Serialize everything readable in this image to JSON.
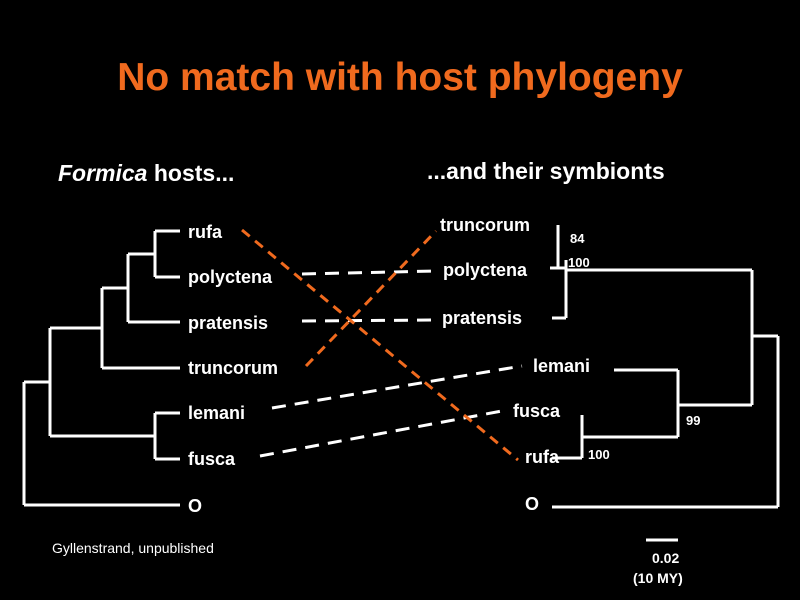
{
  "title": "No match with host phylogeny",
  "hosts_heading": {
    "italic": "Formica",
    "rest": " hosts..."
  },
  "symbionts_heading": "...and their symbionts",
  "host_taxa": [
    "rufa",
    "polyctena",
    "pratensis",
    "truncorum",
    "lemani",
    "fusca",
    "O"
  ],
  "symbiont_taxa": [
    "truncorum",
    "polyctena",
    "pratensis",
    "lemani",
    "fusca",
    "rufa",
    "O"
  ],
  "support_values": [
    "84",
    "100",
    "99",
    "100"
  ],
  "scale_bar": {
    "value": "0.02",
    "unit": "(10 MY)"
  },
  "credit": "Gyllenstrand, unpublished",
  "colors": {
    "background": "#000000",
    "title": "#f06a1e",
    "crossing_link": "#f06a1e",
    "matching_link": "#ffffff",
    "text": "#ffffff"
  }
}
